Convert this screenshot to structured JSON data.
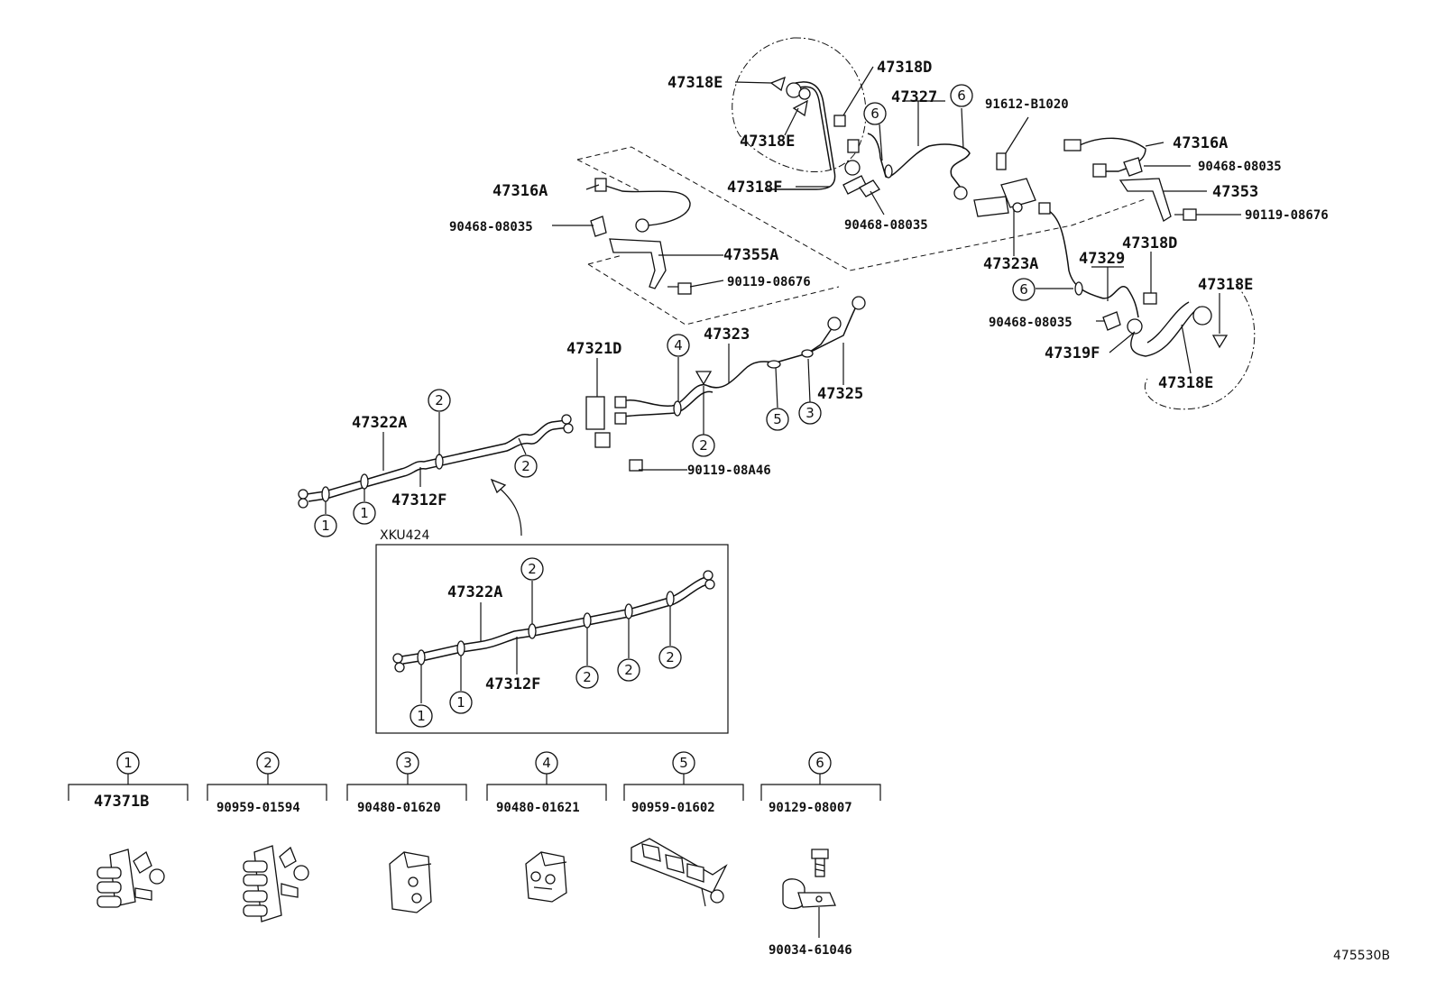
{
  "diagram": {
    "labels": {
      "l_47318E_a": "47318E",
      "l_47318D_a": "47318D",
      "l_47318E_b": "47318E",
      "l_47327": "47327",
      "l_91612": "91612-B1020",
      "l_47316A_r": "47316A",
      "l_90468_r": "90468-08035",
      "l_47353": "47353",
      "l_90119_r": "90119-08676",
      "l_47318F": "47318F",
      "l_90468_m": "90468-08035",
      "l_47323A": "47323A",
      "l_47316A_l": "47316A",
      "l_90468_l": "90468-08035",
      "l_47355A": "47355A",
      "l_90119_l": "90119-08676",
      "l_47318D_b": "47318D",
      "l_47329": "47329",
      "l_47318E_c": "47318E",
      "l_90468_b": "90468-08035",
      "l_47319F": "47319F",
      "l_47318E_d": "47318E",
      "l_47321D": "47321D",
      "l_47323": "47323",
      "l_47325": "47325",
      "l_47322A": "47322A",
      "l_47312F": "47312F",
      "l_9011908A46": "90119-08A46",
      "l_xku": "XKU424",
      "l_47322A_b": "47322A",
      "l_47312F_b": "47312F",
      "l_corner": "475530B"
    },
    "callouts": [
      "1",
      "2",
      "3",
      "4",
      "5",
      "6"
    ],
    "legend": [
      {
        "num": "1",
        "part": "47371B"
      },
      {
        "num": "2",
        "part": "90959-01594"
      },
      {
        "num": "3",
        "part": "90480-01620"
      },
      {
        "num": "4",
        "part": "90480-01621"
      },
      {
        "num": "5",
        "part": "90959-01602"
      },
      {
        "num": "6",
        "part": "90129-08007"
      }
    ],
    "legend_extra": "90034-61046"
  }
}
